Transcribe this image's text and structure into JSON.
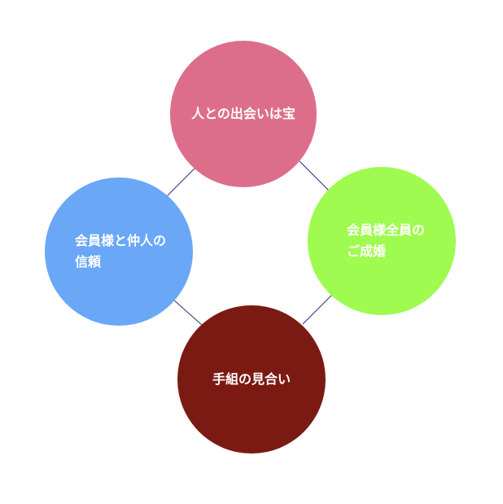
{
  "diagram": {
    "nodes": {
      "top": {
        "label": "人との出会いは宝",
        "color": "#dd6e8b"
      },
      "right": {
        "label": "会員様全員の\nご成婚",
        "color": "#9ffb4f"
      },
      "left": {
        "label": "会員様と仲人の\n信頼",
        "color": "#6aa7f7"
      },
      "bottom": {
        "label": "手組の見合い",
        "color": "#7b1a13"
      }
    },
    "connector_color": "#2c2f7a"
  }
}
